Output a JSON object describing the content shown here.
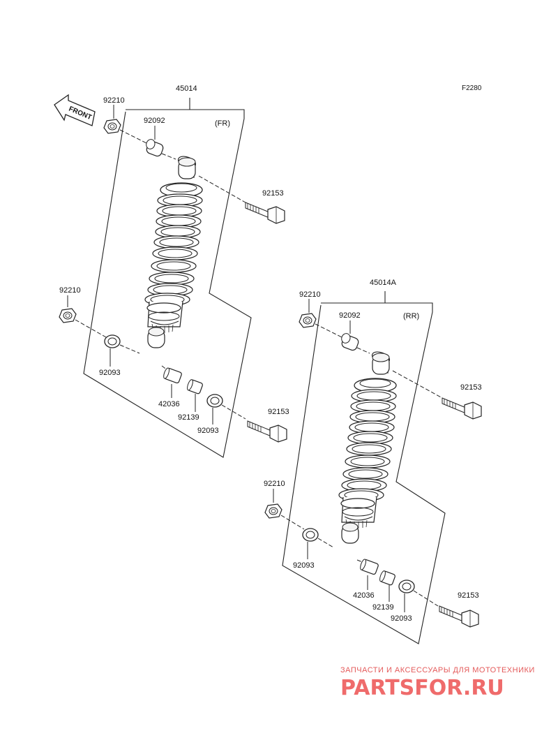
{
  "figure_code": "F2280",
  "front_label": "FRONT",
  "assemblies": [
    {
      "position": "(FR)",
      "assembly_no": "45014",
      "parts": {
        "nut_top": "92210",
        "bush_top": "92092",
        "bolt_top": "92153",
        "nut_bottom": "92210",
        "washer_left": "92093",
        "collar": "42036",
        "bush_bottom": "92139",
        "washer_right": "92093",
        "bolt_bottom": "92153"
      }
    },
    {
      "position": "(RR)",
      "assembly_no": "45014A",
      "parts": {
        "nut_top": "92210",
        "bush_top": "92092",
        "bolt_top": "92153",
        "nut_bottom": "92210",
        "washer_left": "92093",
        "collar": "42036",
        "bush_bottom": "92139",
        "washer_right": "92093",
        "bolt_bottom": "92153"
      }
    }
  ],
  "watermark": {
    "tagline": "ЗАПЧАСТИ И АКСЕССУАРЫ ДЛЯ МОТОТЕХНИКИ",
    "logo": "PARTSFOR.RU"
  }
}
